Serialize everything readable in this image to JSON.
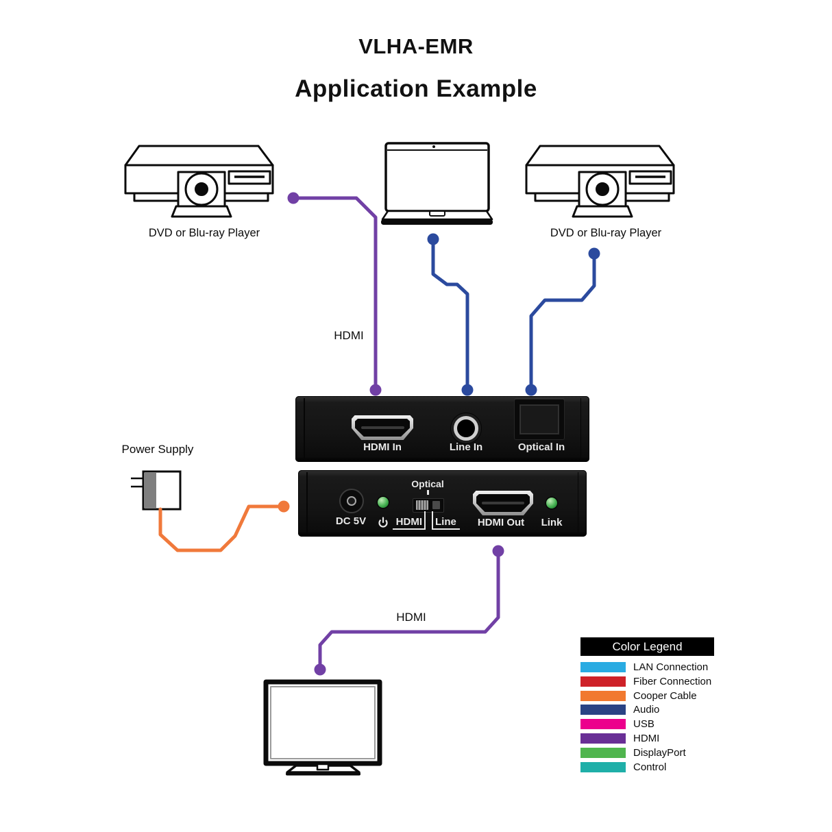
{
  "title": "VLHA-EMR",
  "subtitle": "Application Example",
  "labels": {
    "dvd_left": "DVD or Blu-ray Player",
    "dvd_right": "DVD or Blu-ray Player",
    "hdmi_top": "HDMI",
    "hdmi_bottom": "HDMI",
    "power_supply": "Power Supply"
  },
  "device": {
    "input_panel": {
      "hdmi_in": "HDMI In",
      "line_in": "Line In",
      "optical_in": "Optical In"
    },
    "output_panel": {
      "dc": "DC 5V",
      "switch_top": "Optical",
      "switch_left": "HDMI",
      "switch_right": "Line",
      "hdmi_out": "HDMI Out",
      "link": "Link"
    }
  },
  "legend": {
    "header": "Color Legend",
    "items": [
      {
        "label": "LAN Connection",
        "color": "#29ABE2"
      },
      {
        "label": "Fiber Connection",
        "color": "#CE2128"
      },
      {
        "label": "Cooper Cable",
        "color": "#F1792F"
      },
      {
        "label": "Audio",
        "color": "#2A4384"
      },
      {
        "label": "USB",
        "color": "#EC008C"
      },
      {
        "label": "HDMI",
        "color": "#692F96"
      },
      {
        "label": "DisplayPort",
        "color": "#50B54E"
      },
      {
        "label": "Control",
        "color": "#1FAFA8"
      }
    ]
  },
  "colors": {
    "hdmi_cable": "#7140A5",
    "audio_cable": "#2B4A9E",
    "copper_cable": "#F0793B"
  }
}
